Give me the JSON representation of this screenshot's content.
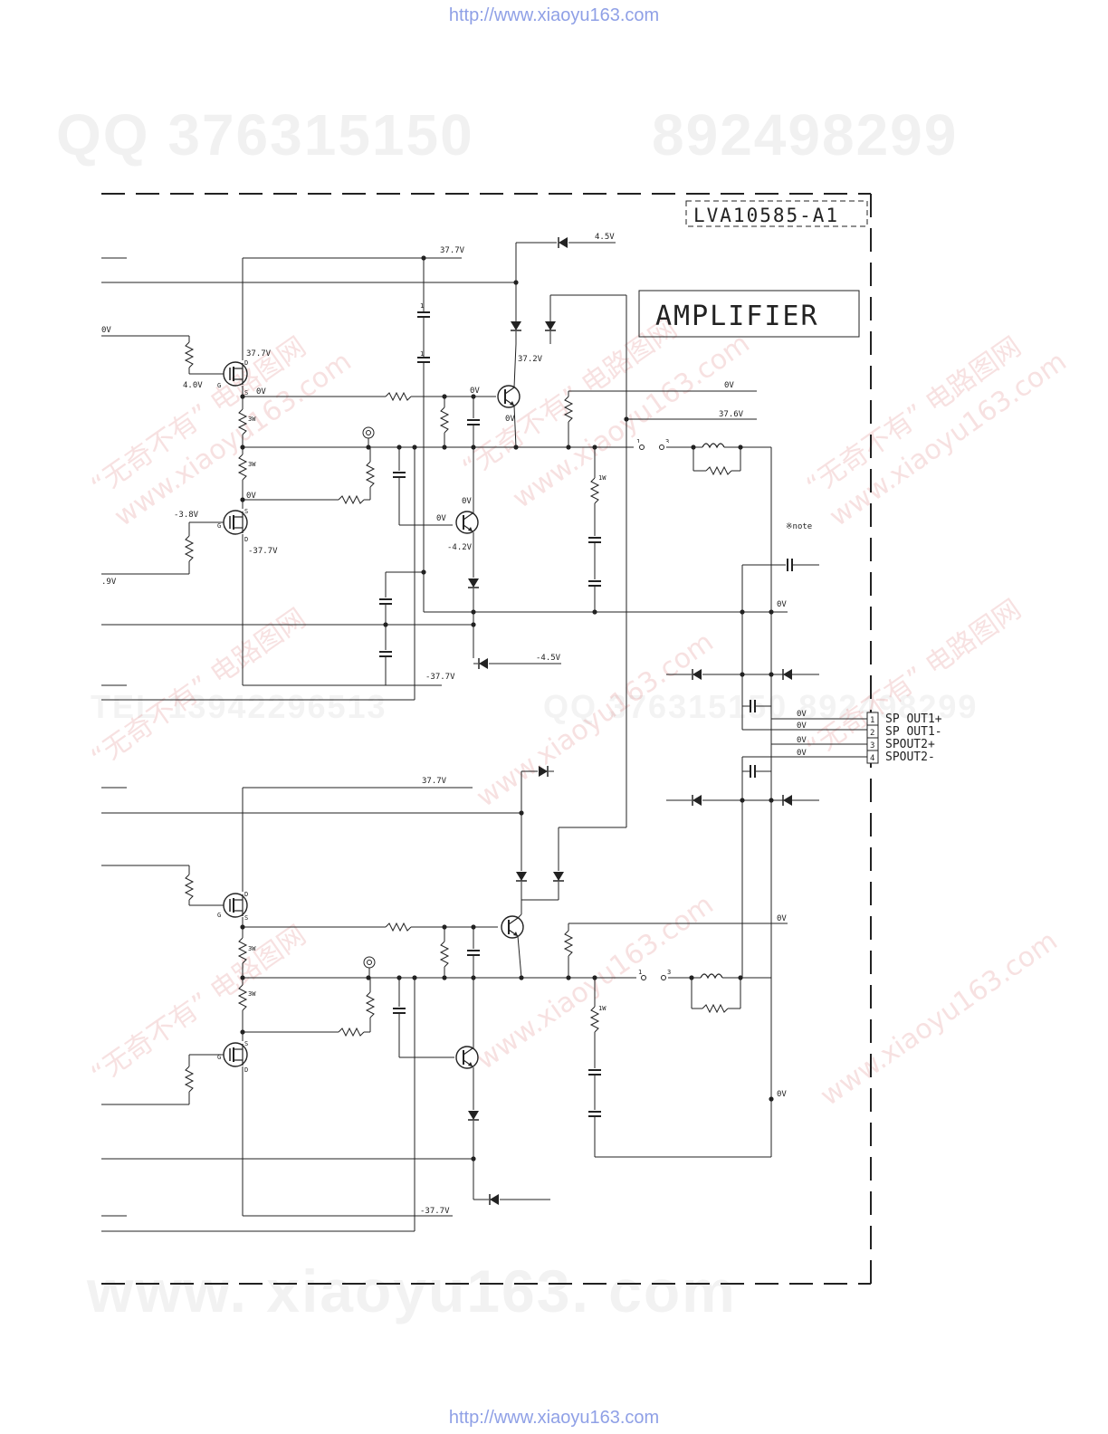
{
  "header_url": "http://www.xiaoyu163.com",
  "footer_url": "http://www.xiaoyu163.com",
  "watermarks": {
    "qq_left": "QQ 376315150",
    "qq_right": "892498299",
    "tel": "TEL 13942296513",
    "mid": "QQ 376315150 892498299",
    "bottom": "www. xiaoyu163. com",
    "diag_cn": "“无奇不有” 电路图网",
    "diag_url": "www.xiaoyu163.com"
  },
  "board_label": "LVA10585-A1",
  "block_title": "AMPLIFIER",
  "note_label": "※note",
  "voltages": {
    "v37_7_top": "37.7V",
    "v4_5_top": "4.5V",
    "v37_7_q1": "37.7V",
    "v4_0": "4.0V",
    "v0_q1s": "0V",
    "v0_left_top": "0V",
    "v37_2": "37.2V",
    "v0_top_mid": "0V",
    "v0_top_q": "0V",
    "v0_top_right": "0V",
    "v37_6": "37.6V",
    "v0_q2s": "0V",
    "vm3_8": "-3.8V",
    "vm37_7_q2": "-37.7V",
    "v0_qn": "0V",
    "v0_qn_b": "0V",
    "vm4_2": "-4.2V",
    "v_9": ".9V",
    "v0_right_mid": "0V",
    "vm4_5": "-4.5V",
    "vm37_7_bot1": "-37.7V",
    "v0_c1": "0V",
    "v0_c2": "0V",
    "v0_c3": "0V",
    "v0_c4": "0V",
    "v37_7_mid": "37.7V",
    "v0_low_right": "0V",
    "v0_low_right2": "0V",
    "vm37_7_bot2": "-37.7V"
  },
  "connector": [
    {
      "pin": "1",
      "label": "SP OUT1+"
    },
    {
      "pin": "2",
      "label": "SP OUT1-"
    },
    {
      "pin": "3",
      "label": "SPOUT2+"
    },
    {
      "pin": "4",
      "label": "SPOUT2-"
    }
  ],
  "pins": {
    "d": "D",
    "g": "G",
    "s": "S",
    "one": "1",
    "two": "2",
    "three": "3",
    "r3w": "3W",
    "r1w": "1W"
  }
}
